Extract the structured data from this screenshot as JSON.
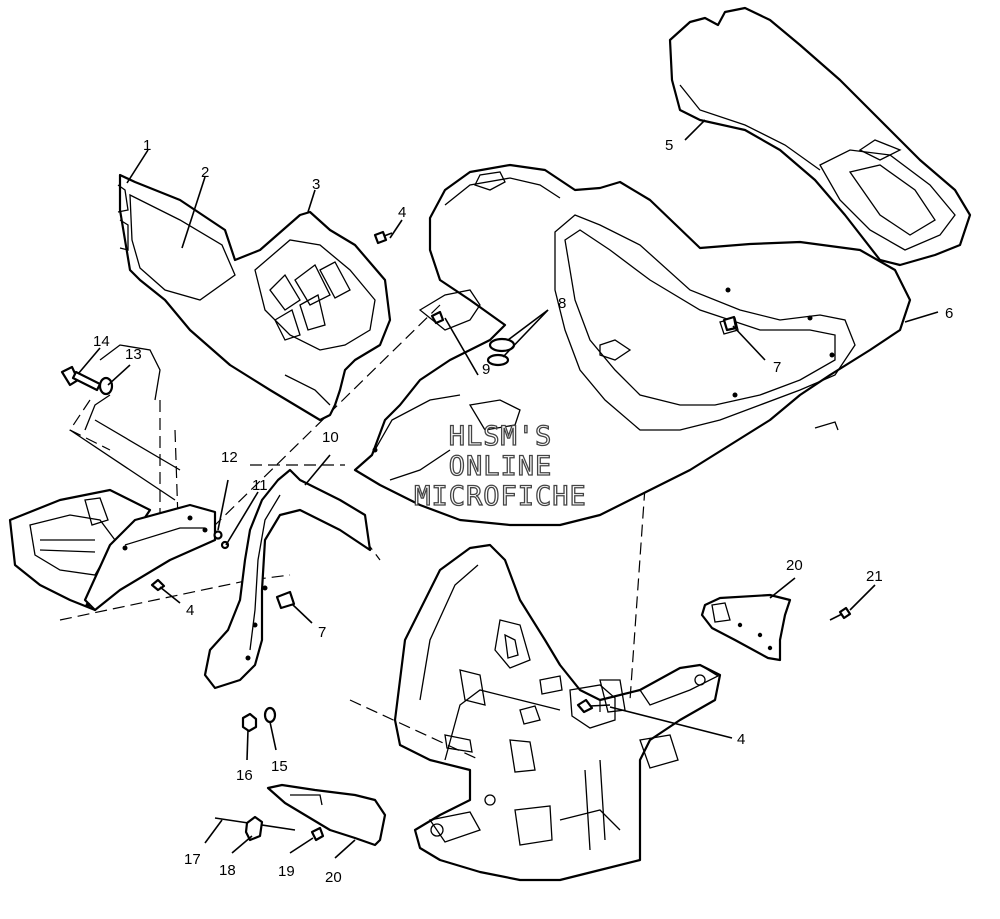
{
  "callouts": {
    "c1": "1",
    "c2": "2",
    "c3": "3",
    "c4a": "4",
    "c4b": "4",
    "c4c": "4",
    "c5": "5",
    "c6": "6",
    "c7a": "7",
    "c7b": "7",
    "c8": "8",
    "c9": "9",
    "c10": "10",
    "c11": "11",
    "c12": "12",
    "c13": "13",
    "c14": "14",
    "c15": "15",
    "c16": "16",
    "c17": "17",
    "c18": "18",
    "c19": "19",
    "c20a": "20",
    "c20b": "20",
    "c21": "21"
  },
  "watermark": {
    "line1": "HLSM'S",
    "line2": "ONLINE",
    "line3": "MICROFICHE"
  }
}
